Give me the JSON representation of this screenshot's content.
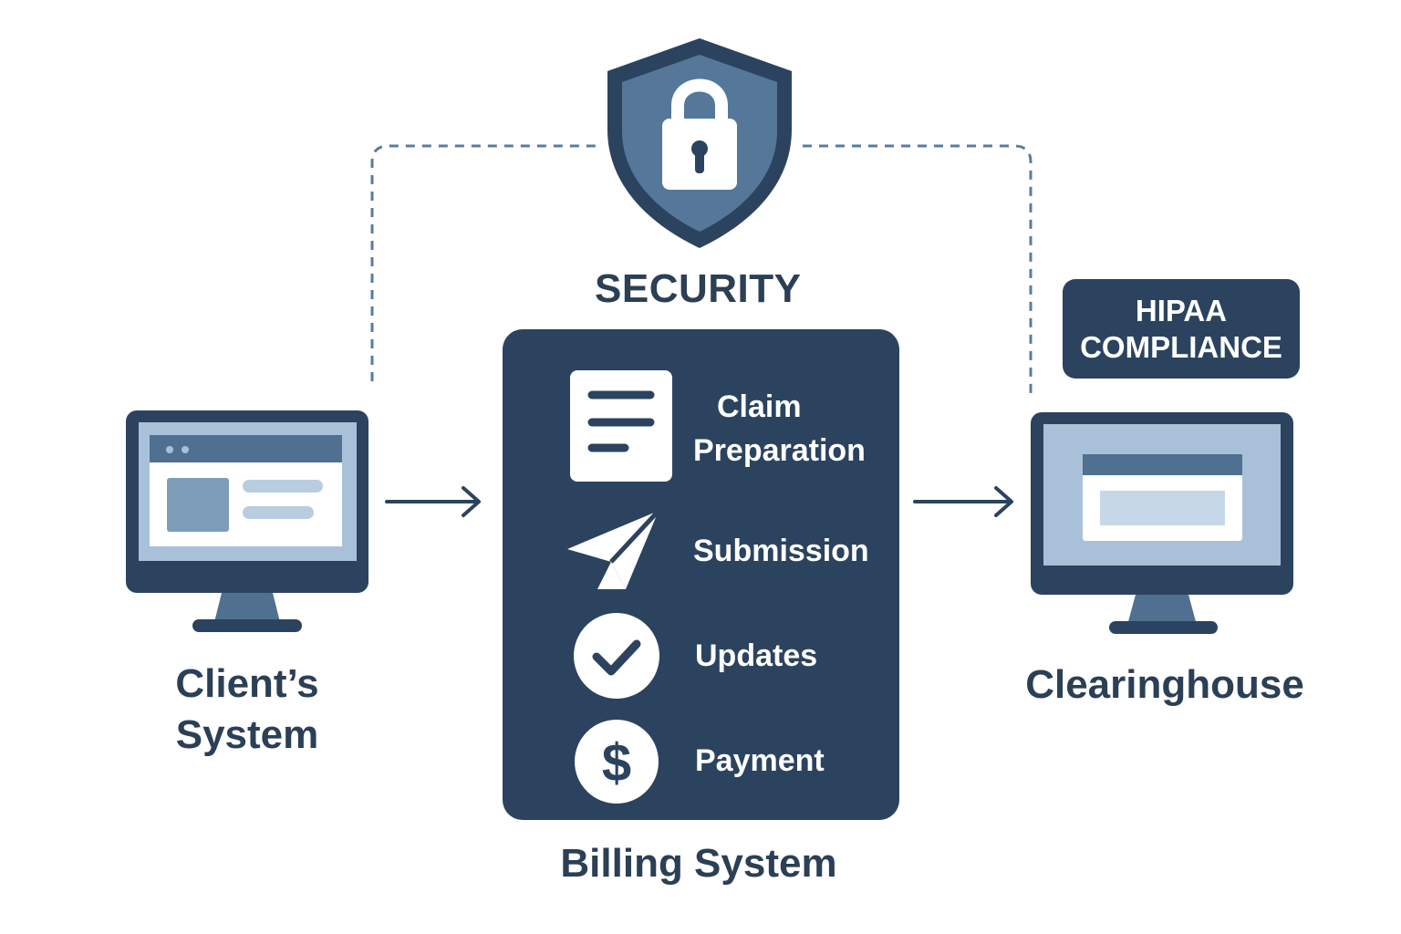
{
  "security": {
    "icon": "shield-lock-icon",
    "label": "SECURITY"
  },
  "compliance": {
    "line1": "HIPAA",
    "line2": "COMPLIANCE"
  },
  "client": {
    "icon": "monitor-icon",
    "label": "Client’s System"
  },
  "billing": {
    "label": "Billing System",
    "steps": [
      {
        "icon": "document-icon",
        "line1": "Claim",
        "line2": "Preparation"
      },
      {
        "icon": "paper-plane-icon",
        "label": "Submission"
      },
      {
        "icon": "checkmark-circle-icon",
        "label": "Updates"
      },
      {
        "icon": "dollar-circle-icon",
        "label": "Payment"
      }
    ]
  },
  "clearinghouse": {
    "icon": "monitor-icon",
    "label": "Clearinghouse"
  },
  "colors": {
    "navy": "#2b435e",
    "slate": "#4f7090",
    "light_blue": "#a8c1d9",
    "text": "#2b3f55"
  }
}
